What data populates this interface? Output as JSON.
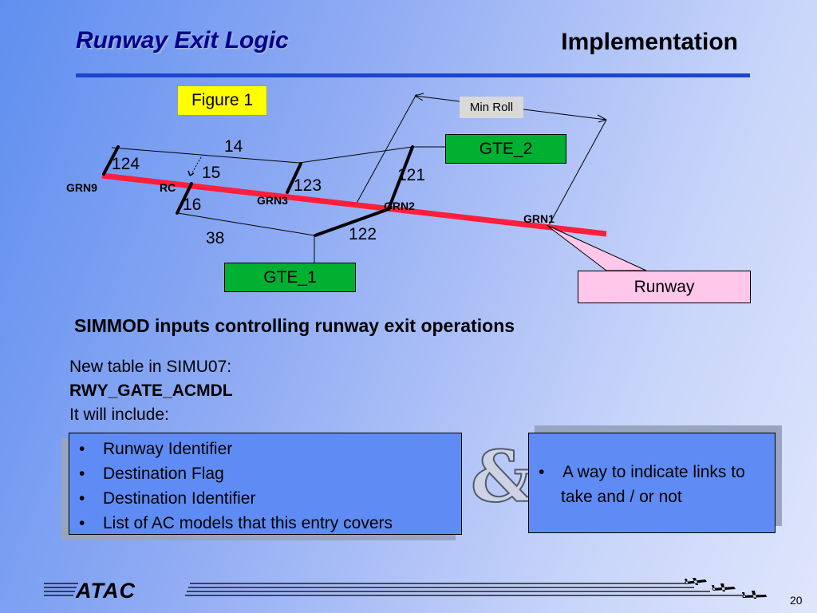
{
  "header": {
    "title_left": "Runway Exit Logic",
    "title_right": "Implementation",
    "rule_color": "#1b45d0"
  },
  "diagram": {
    "figure_label": "Figure 1",
    "min_roll_label": "Min Roll",
    "gte_2_label": "GTE_2",
    "gte_1_label": "GTE_1",
    "runway_label": "Runway",
    "link_labels": [
      "14",
      "124",
      "15",
      "16",
      "123",
      "121",
      "38",
      "122"
    ],
    "node_labels": [
      "GRN9",
      "RC",
      "GRN3",
      "GRN2",
      "GRN1"
    ],
    "colors": {
      "runway_line": "#ff1e3c",
      "gate_box": "#00b030",
      "figure_box": "#ffff00",
      "runway_box": "#ffc8ea"
    }
  },
  "content": {
    "heading": "SIMMOD inputs controlling runway exit operations",
    "intro_line_1": "New table in SIMU07:",
    "intro_line_2": "RWY_GATE_ACMDL",
    "intro_line_3": "It will include:",
    "left_bullets": [
      "Runway Identifier",
      "Destination Flag",
      "Destination Identifier",
      "List of AC models that this entry covers"
    ],
    "ampersand": "&",
    "right_bullets": [
      "A way to indicate links to take and / or not"
    ],
    "bullet_char": "•"
  },
  "footer": {
    "logo_text": "ATAC",
    "page_number": "20",
    "icons": [
      "airplane-icon",
      "airplane-icon",
      "airplane-icon"
    ]
  }
}
